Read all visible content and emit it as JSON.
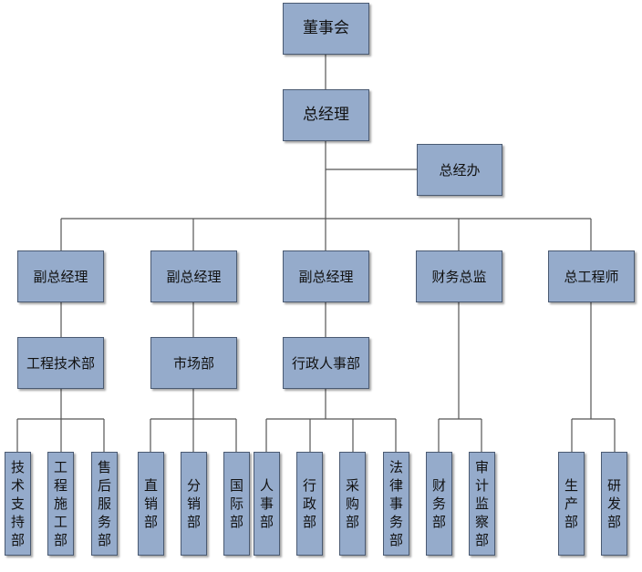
{
  "org_chart": {
    "board": "董事会",
    "gm": "总经理",
    "gm_office": "总经办",
    "level2": [
      {
        "label": "副总经理"
      },
      {
        "label": "副总经理"
      },
      {
        "label": "副总经理"
      },
      {
        "label": "财务总监"
      },
      {
        "label": "总工程师"
      }
    ],
    "level3": [
      {
        "label": "工程技术部"
      },
      {
        "label": "市场部"
      },
      {
        "label": "行政人事部"
      }
    ],
    "leaves": [
      {
        "label": "技术支持部"
      },
      {
        "label": "工程施工部"
      },
      {
        "label": "售后服务部"
      },
      {
        "label": "直销部"
      },
      {
        "label": "分销部"
      },
      {
        "label": "国际部"
      },
      {
        "label": "人事部"
      },
      {
        "label": "行政部"
      },
      {
        "label": "采购部"
      },
      {
        "label": "法律事务部"
      },
      {
        "label": "财务部"
      },
      {
        "label": "审计监察部"
      },
      {
        "label": "生产部"
      },
      {
        "label": "研发部"
      }
    ]
  }
}
